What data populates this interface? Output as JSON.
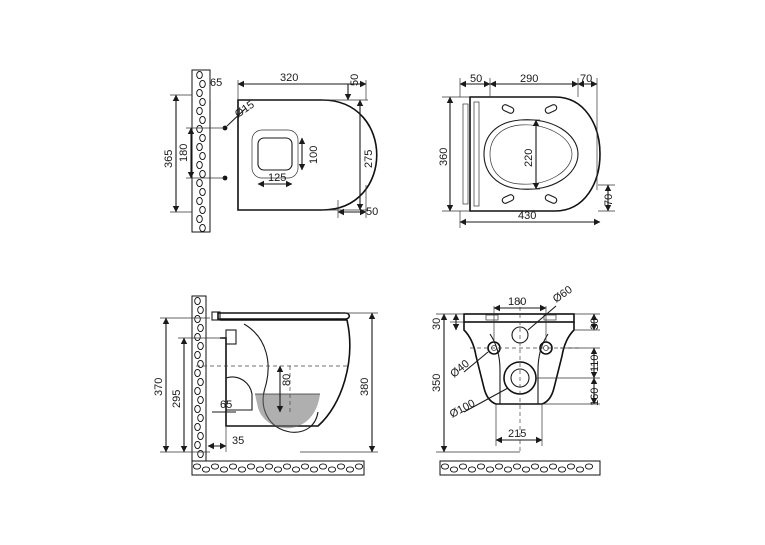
{
  "views": {
    "top": {
      "dims": {
        "wall_thickness": "65",
        "length": "320",
        "rear_offset": "50",
        "bolt_diameter": "Ø15",
        "height_outer": "365",
        "bolt_spacing": "180",
        "bowl_width": "275",
        "opening_height": "100",
        "opening_width": "125",
        "front_offset": "50"
      }
    },
    "seat": {
      "dims": {
        "hinge_left": "50",
        "hinge_span": "290",
        "hinge_right": "70",
        "width": "360",
        "inner_width": "220",
        "total_length": "430",
        "front_gap": "70"
      }
    },
    "side": {
      "dims": {
        "overall_height": "370",
        "outlet_height": "295",
        "bowl_height": "380",
        "water_depth": "80",
        "outlet_size": "65",
        "wall_gap": "35"
      }
    },
    "rear": {
      "dims": {
        "bolt_span": "180",
        "inlet_diameter": "Ø60",
        "top_left_offset": "30",
        "top_right_offset": "30",
        "bolt_hole_diameter": "Ø40",
        "height": "350",
        "bolt_to_outlet": "110",
        "outlet_diameter": "Ø100",
        "outlet_to_bottom": "160",
        "bottom_width": "215"
      }
    }
  }
}
